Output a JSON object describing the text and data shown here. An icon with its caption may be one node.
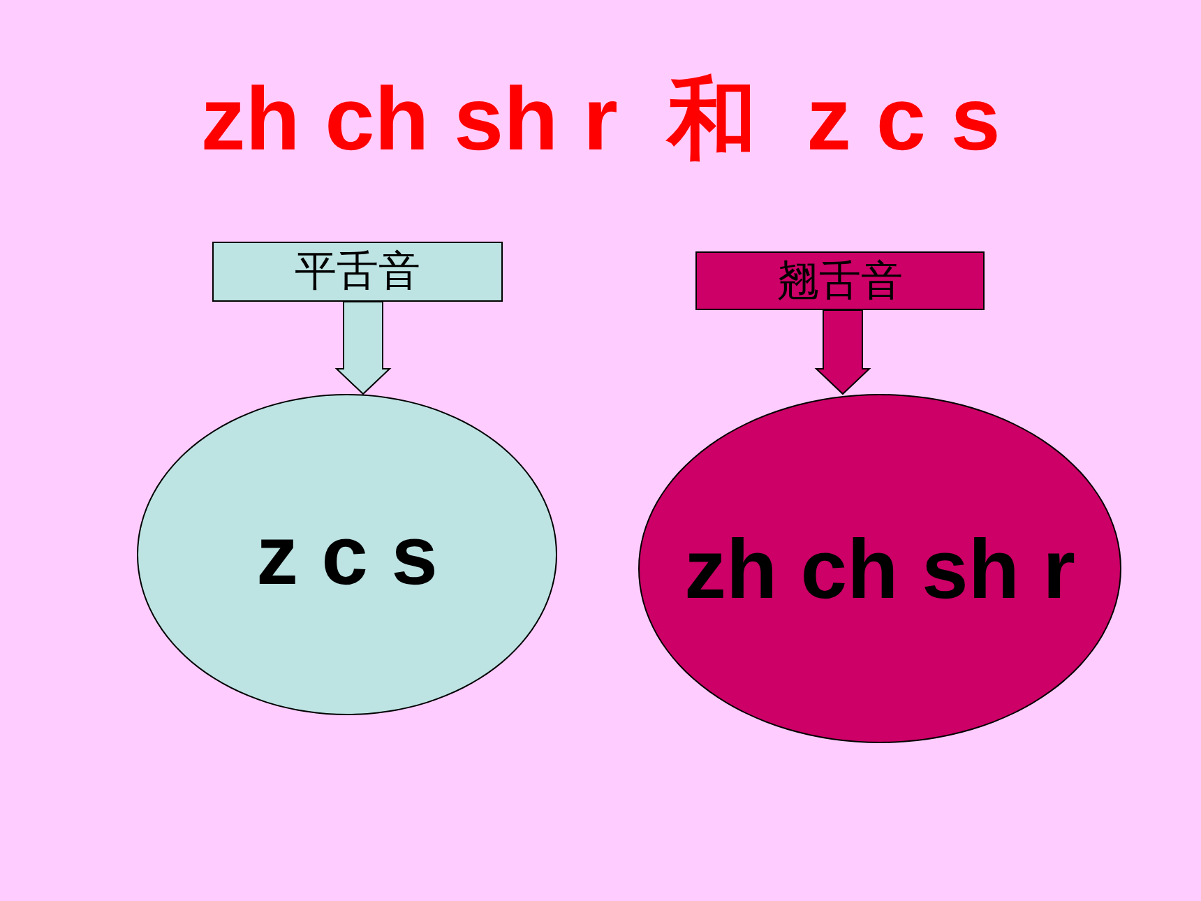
{
  "diagram": {
    "title": "zh ch sh r  和  z c s",
    "nodes": [
      {
        "text": [
          "平舌音"
        ]
      },
      {
        "text": [
          "z c s"
        ]
      },
      {
        "text": [
          "翘舌音"
        ]
      },
      {
        "text": [
          "zh ch sh r"
        ]
      }
    ],
    "edges": [
      {
        "from": 0,
        "to": 1,
        "arrow": "to",
        "color": "#bde3e3"
      },
      {
        "from": 2,
        "to": 3,
        "arrow": "to",
        "color": "#cc0066"
      }
    ]
  }
}
